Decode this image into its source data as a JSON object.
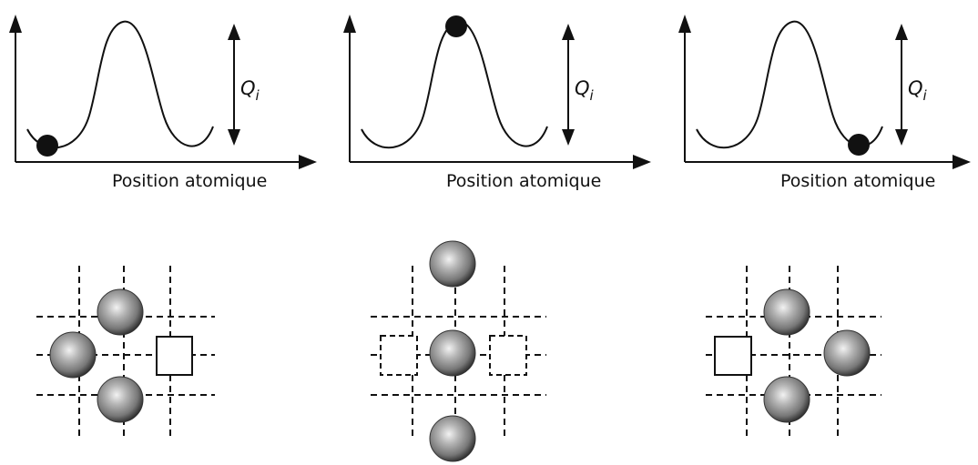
{
  "figure": {
    "panels": [
      {
        "stage": "initial",
        "x_axis_label": "Position atomique",
        "barrier_label": "Q",
        "barrier_subscript": "i",
        "particle_on_curve": "left-minimum",
        "lattice": "vacancy-right"
      },
      {
        "stage": "saddle-point",
        "x_axis_label": "Position atomique",
        "barrier_label": "Q",
        "barrier_subscript": "i",
        "particle_on_curve": "barrier-top",
        "lattice": "atom-between-two-vacant-sites"
      },
      {
        "stage": "final",
        "x_axis_label": "Position atomique",
        "barrier_label": "Q",
        "barrier_subscript": "i",
        "particle_on_curve": "right-minimum",
        "lattice": "vacancy-left"
      }
    ],
    "colors": {
      "line": "#111111",
      "atom_highlight": "#f2f2f2",
      "atom_mid": "#9a9a9a",
      "atom_edge": "#2e2e2e",
      "vacancy_fill": "#ffffff"
    },
    "icons": {
      "particle": "black-dot",
      "atom": "grey-sphere",
      "vacancy": "empty-square",
      "vacancy_dashed": "dashed-square"
    }
  }
}
